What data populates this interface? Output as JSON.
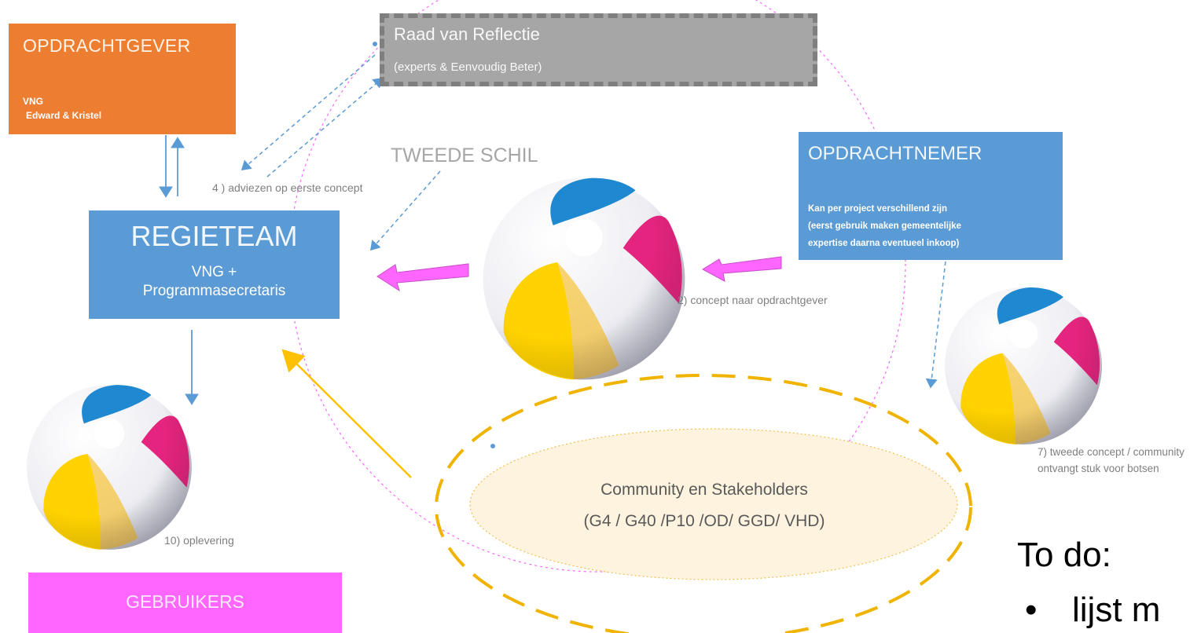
{
  "opdrachtgever": {
    "title": "OPDRACHTGEVER",
    "line1": "VNG",
    "line2": "Edward & Kristel",
    "color": "#ed7d31"
  },
  "raad": {
    "title": "Raad van Reflectie",
    "subtitle": "(experts & Eenvoudig Beter)",
    "color": "#a6a6a6"
  },
  "regieteam": {
    "title": "REGIETEAM",
    "line1": "VNG +",
    "line2": "Programmasecretaris",
    "color": "#5b9bd5"
  },
  "opdrachtnemer": {
    "title": "OPDRACHTNEMER",
    "description": [
      "Kan per project verschillend zijn",
      "(eerst gebruik maken gemeentelijke",
      "expertise daarna eventueel inkoop)"
    ],
    "color": "#5b9bd5"
  },
  "gebruikers": {
    "title": "GEBRUIKERS",
    "color": "#ff66ff"
  },
  "labels": {
    "tweede_schil": "TWEEDE SCHIL",
    "step4": "4 ) adviezen op eerste concept",
    "step2": "2)  concept naar opdrachtgever",
    "step10": "10) oplevering",
    "step7": "7) tweede concept / community ontvangt stuk voor botsen"
  },
  "community": {
    "title": "Community en Stakeholders",
    "subtitle": "(G4 / G40 /P10 /OD/ GGD/ VHD)"
  },
  "todo": {
    "title": "To do:",
    "bullet": "•",
    "item": "lijst m"
  },
  "colors": {
    "arrow_blue": "#5b9bd5",
    "arrow_pink": "#ff66ff",
    "arrow_gold": "#ffc000",
    "community_fill": "#fdf3de",
    "community_dash": "#f0b400",
    "ball_blue": "#1e88d0",
    "ball_pink": "#e4247e",
    "ball_yellow": "#ffd200"
  }
}
